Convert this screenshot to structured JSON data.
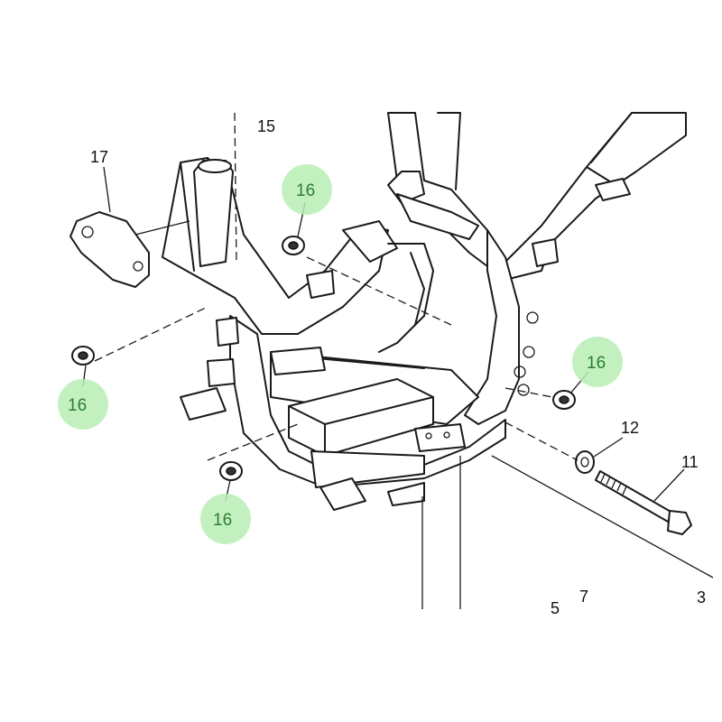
{
  "diagram": {
    "part_labels": {
      "p15": "15",
      "p17": "17",
      "p12": "12",
      "p11": "11",
      "p7": "7",
      "p5": "5",
      "p3": "3"
    },
    "highlighted_labels": {
      "h1": "16",
      "h2": "16",
      "h3": "16",
      "h4": "16"
    },
    "highlight_color": "#b7efb4",
    "highlight_text_color": "#2e7d32"
  }
}
